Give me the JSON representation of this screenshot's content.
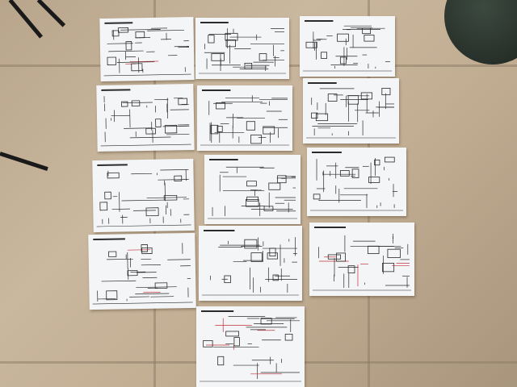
{
  "scene": {
    "description_colors": {
      "floor": "#c2ae93",
      "grout": "#8f7e68",
      "paper": "#f4f5f7",
      "ink": "#2a2a2a",
      "accent_red": "#c0303a"
    },
    "sheets": [
      {
        "id": 1,
        "red_accents": true
      },
      {
        "id": 2,
        "red_accents": false
      },
      {
        "id": 3,
        "red_accents": false
      },
      {
        "id": 4,
        "red_accents": false
      },
      {
        "id": 5,
        "red_accents": false
      },
      {
        "id": 6,
        "red_accents": false
      },
      {
        "id": 7,
        "red_accents": false
      },
      {
        "id": 8,
        "red_accents": false
      },
      {
        "id": 9,
        "red_accents": false
      },
      {
        "id": 10,
        "red_accents": true
      },
      {
        "id": 11,
        "red_accents": false
      },
      {
        "id": 12,
        "red_accents": true
      },
      {
        "id": 13,
        "red_accents": true
      }
    ]
  }
}
